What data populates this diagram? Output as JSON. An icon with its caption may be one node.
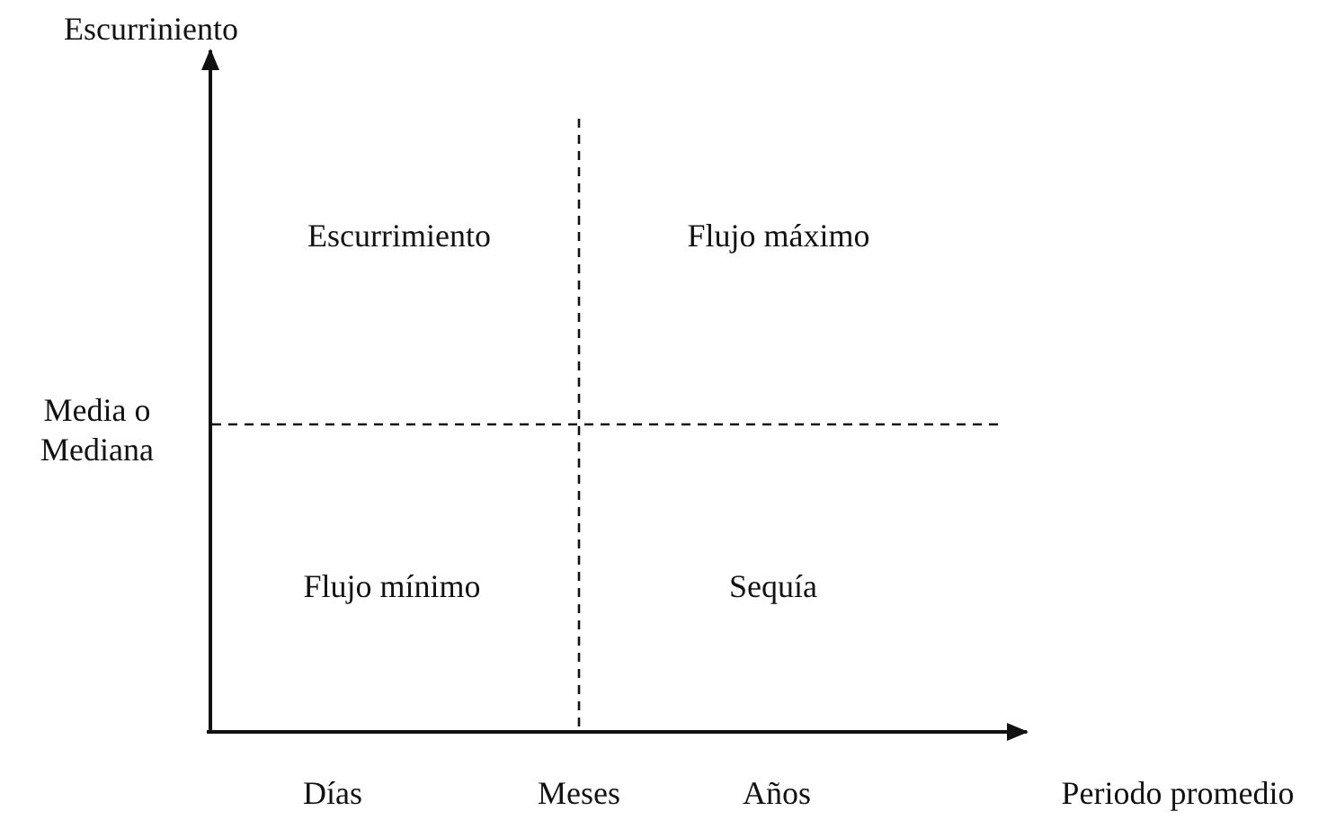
{
  "diagram": {
    "labels": [
      "Escurriniento",
      "Escurrimiento",
      "Flujo máximo",
      "Media o Mediana",
      "Flujo mínimo",
      "Sequía",
      "Días",
      "Meses",
      "Años",
      "Periodo promedio"
    ]
  }
}
